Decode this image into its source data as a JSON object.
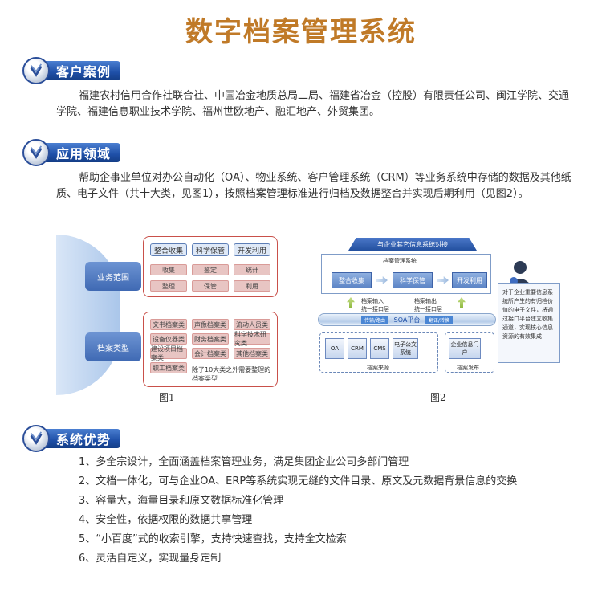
{
  "title": "数字档案管理系统",
  "sections": {
    "clients": {
      "heading": "客户案例",
      "text": "福建农村信用合作社联合社、中国冶金地质总局二局、福建省冶金（控股）有限责任公司、闽江学院、交通学院、福建信息职业技术学院、福州世欧地产、融汇地产、外贸集团。"
    },
    "application": {
      "heading": "应用领域",
      "text": "帮助企事业单位对办公自动化（OA）、物业系统、客户管理系统（CRM）等业务系统中存储的数据及其他纸质、电子文件（共十大类，见图1），按照档案管理标准进行归档及数据整合并实现后期利用（见图2）。"
    },
    "advantages": {
      "heading": "系统优势",
      "items": [
        "1、多全宗设计，全面涵盖档案管理业务，满足集团企业公司多部门管理",
        "2、文档一体化，可与企业OA、ERP等系统实现无缝的文件目录、原文及元数据背景信息的交换",
        "3、容量大，海量目录和原文数据标准化管理",
        "4、安全性，依据权限的数据共享管理",
        "5、“小百度”式的收索引擎，支持快速查找，支持全文检索",
        "6、灵活自定义，实现量身定制"
      ]
    }
  },
  "figure1": {
    "caption": "图1",
    "label_top": "业务范围",
    "label_bottom": "档案类型",
    "top_row": [
      "整合收集",
      "科学保管",
      "开发利用"
    ],
    "biz_rows": [
      [
        "收集",
        "鉴定",
        "统计"
      ],
      [
        "整理",
        "保管",
        "利用"
      ]
    ],
    "type_rows": [
      [
        "文书档案类",
        "声像档案类",
        "流动人员类"
      ],
      [
        "设备仪器类",
        "财务档案类",
        "科学技术研究类"
      ],
      [
        "建设项目档案类",
        "会计档案类",
        "其他档案类"
      ],
      [
        "职工档案类",
        "",
        ""
      ]
    ],
    "note": "除了10大类之外需要整理的档案类型"
  },
  "figure2": {
    "caption": "图2",
    "header": "与企业其它信息系统对接",
    "frame_title": "档案管理系统",
    "blocks": [
      "整合收集",
      "科学保管",
      "开发利用"
    ],
    "arrow_label_left": "档案输入\n统一接口层",
    "arrow_label_right": "档案输出\n统一接口层",
    "pipe_label": "SOA平台",
    "pipe_chip_left": "传输/路由",
    "pipe_chip_right": "翻译/转换",
    "sources": [
      "OA",
      "CRM",
      "CMS",
      "电子公文系统",
      "..."
    ],
    "sources_label": "档案来源",
    "publish": [
      "企业信息门户",
      "..."
    ],
    "publish_label": "档案发布",
    "note": "对于企业重要信息系统所产生的有归档价值的电子文件，将通过接口平台建立收集通道，实现核心信息资源的有效集成"
  },
  "colors": {
    "title": "#c07a28",
    "tag_blue": "#1e4fa7"
  }
}
